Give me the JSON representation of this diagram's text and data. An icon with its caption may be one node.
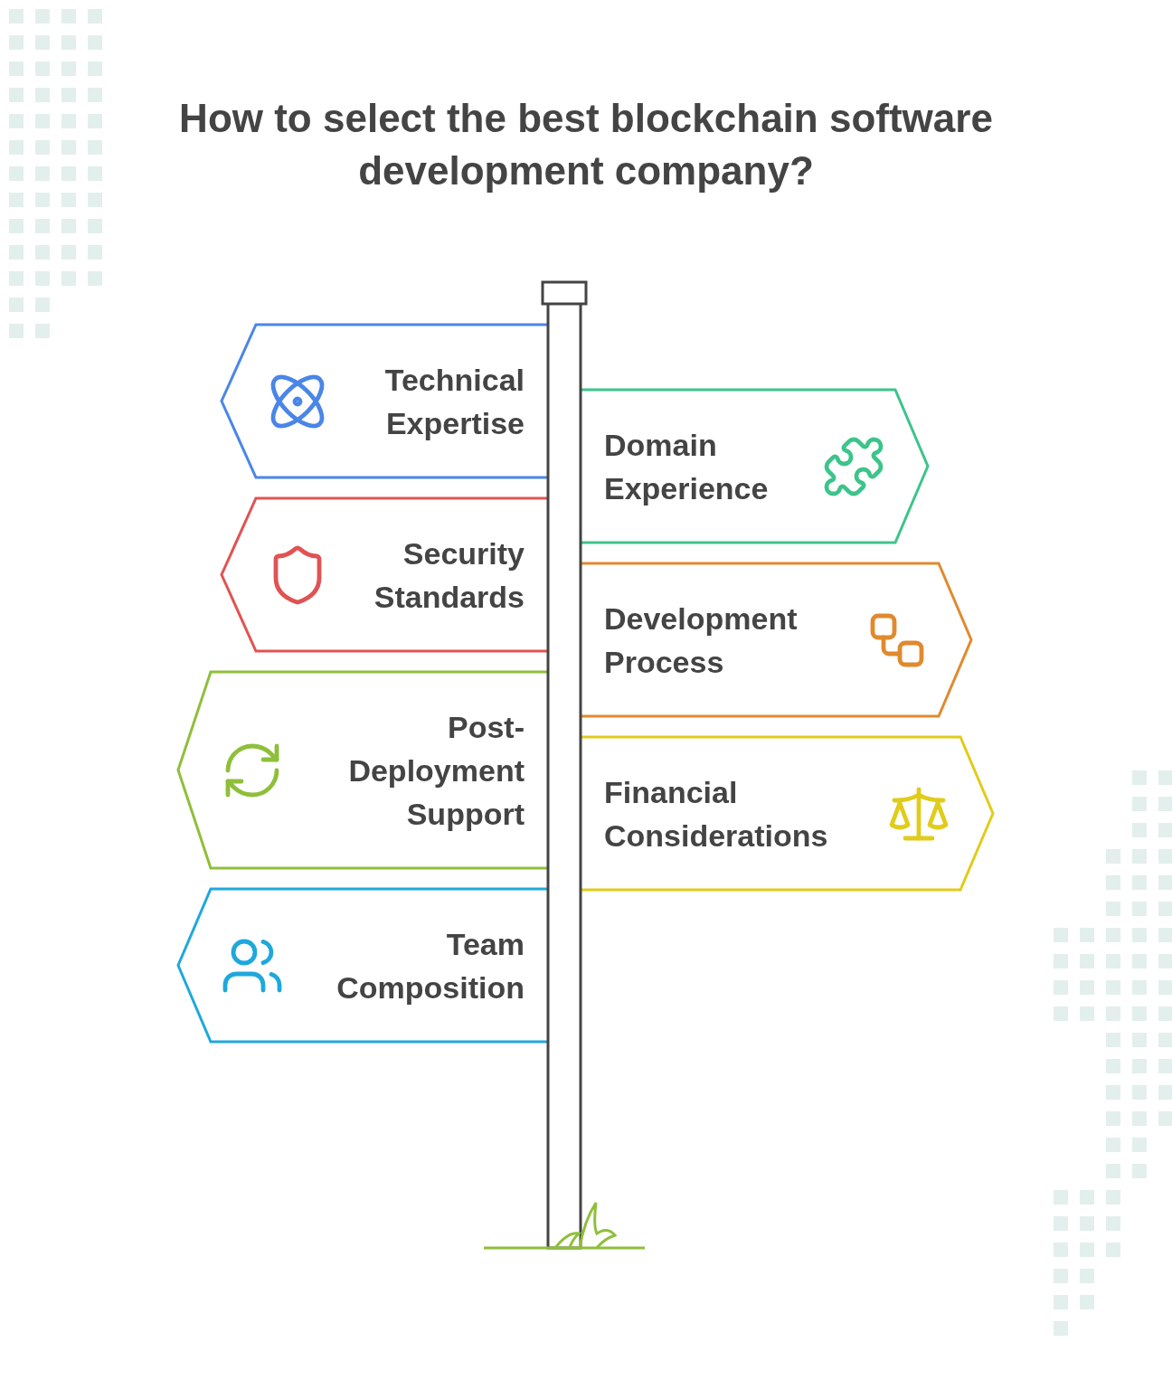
{
  "diagram": {
    "title": "How to select the best blockchain software development company?",
    "nodes": [
      {
        "text": [
          "Technical Expertise"
        ]
      },
      {
        "text": [
          "Domain Experience"
        ]
      },
      {
        "text": [
          "Security Standards"
        ]
      },
      {
        "text": [
          "Development Process"
        ]
      },
      {
        "text": [
          "Post-Deployment Support"
        ]
      },
      {
        "text": [
          "Financial Considerations"
        ]
      },
      {
        "text": [
          "Team Composition"
        ]
      }
    ]
  }
}
